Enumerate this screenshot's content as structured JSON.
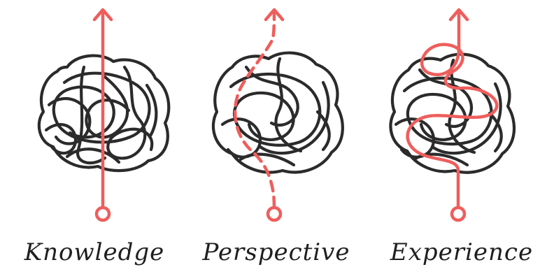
{
  "accent_color": "#ee5e5c",
  "ink_color": "#2b2b2b",
  "panels": [
    {
      "label": "Knowledge",
      "path_style": "straight-solid",
      "icon": "tangle-icon"
    },
    {
      "label": "Perspective",
      "path_style": "curved-dashed",
      "icon": "tangle-icon"
    },
    {
      "label": "Experience",
      "path_style": "winding-solid",
      "icon": "tangle-icon"
    }
  ]
}
